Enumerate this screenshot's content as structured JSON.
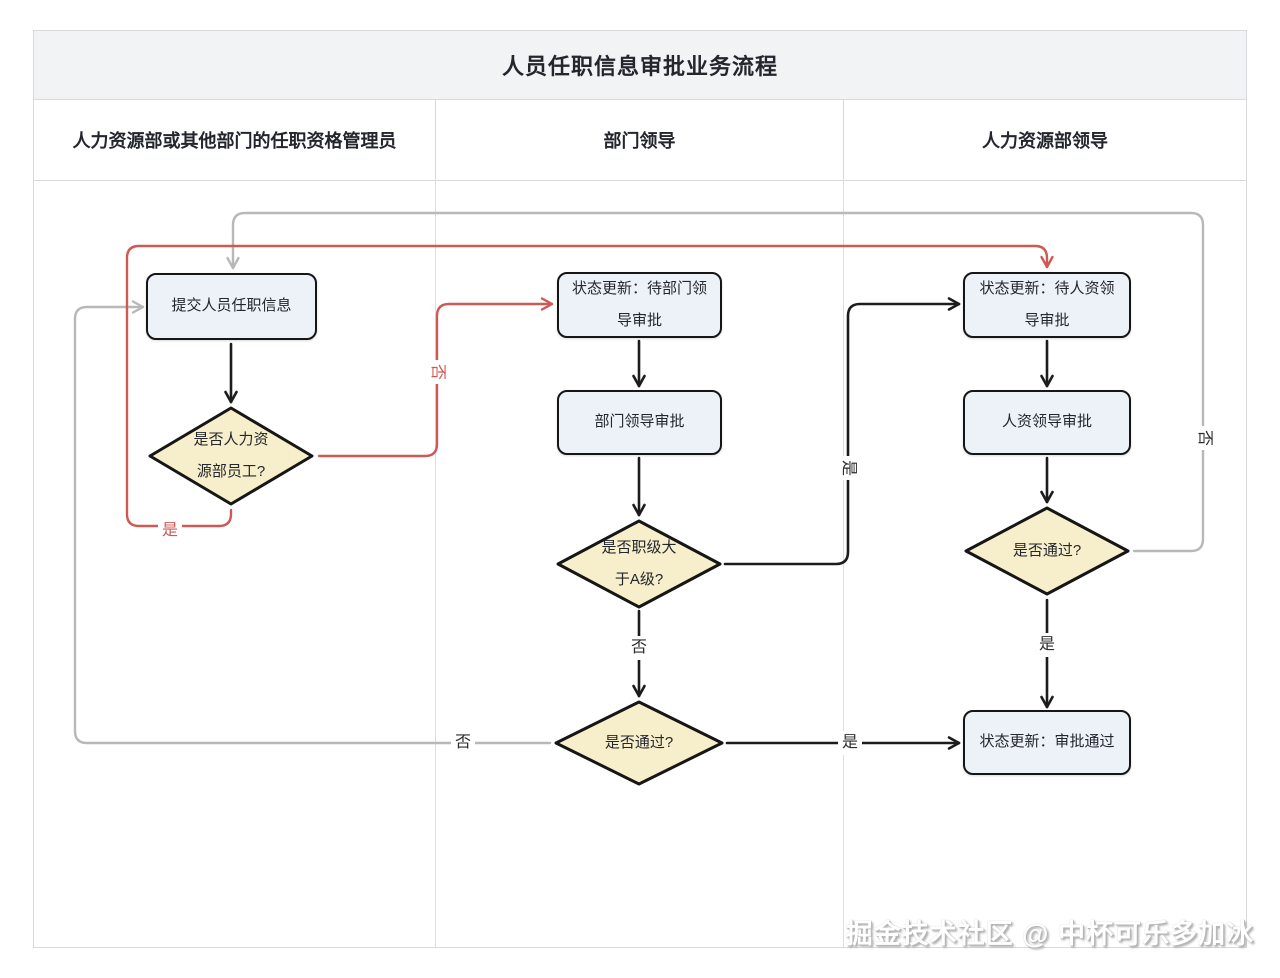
{
  "title": "人员任职信息审批业务流程",
  "lanes": [
    {
      "label": "人力资源部或其他部门的任职资格管理员"
    },
    {
      "label": "部门领导"
    },
    {
      "label": "人力资源部领导"
    }
  ],
  "nodes": {
    "submit_info": "提交人员任职信息",
    "is_hr_employee": "是否人力资源部员工?",
    "status_wait_dept": "状态更新：待部门领导审批",
    "dept_leader_approval": "部门领导审批",
    "is_level_above_a": "是否职级大于A级?",
    "dept_pass_check": "是否通过?",
    "status_wait_hr": "状态更新：待人资领导审批",
    "hr_leader_approval": "人资领导审批",
    "hr_pass_check": "是否通过?",
    "status_approved": "状态更新：审批通过"
  },
  "labels": {
    "yes": "是",
    "no": "否"
  },
  "edges": [
    {
      "from": "submit_info",
      "to": "is_hr_employee",
      "label": "",
      "color": "black"
    },
    {
      "from": "is_hr_employee",
      "to": "status_wait_dept",
      "label": "否",
      "color": "red"
    },
    {
      "from": "is_hr_employee",
      "to": "status_wait_hr",
      "label": "是",
      "color": "red"
    },
    {
      "from": "status_wait_dept",
      "to": "dept_leader_approval",
      "label": "",
      "color": "black"
    },
    {
      "from": "dept_leader_approval",
      "to": "is_level_above_a",
      "label": "",
      "color": "black"
    },
    {
      "from": "is_level_above_a",
      "to": "status_wait_hr",
      "label": "是",
      "color": "black"
    },
    {
      "from": "is_level_above_a",
      "to": "dept_pass_check",
      "label": "否",
      "color": "black"
    },
    {
      "from": "dept_pass_check",
      "to": "status_approved",
      "label": "是",
      "color": "black"
    },
    {
      "from": "dept_pass_check",
      "to": "submit_info",
      "label": "否",
      "color": "gray"
    },
    {
      "from": "status_wait_hr",
      "to": "hr_leader_approval",
      "label": "",
      "color": "black"
    },
    {
      "from": "hr_leader_approval",
      "to": "hr_pass_check",
      "label": "",
      "color": "black"
    },
    {
      "from": "hr_pass_check",
      "to": "status_approved",
      "label": "是",
      "color": "black"
    },
    {
      "from": "hr_pass_check",
      "to": "submit_info",
      "label": "否",
      "color": "gray"
    }
  ],
  "colors": {
    "edge_black": "#1c1c1c",
    "edge_red": "#cd5a55",
    "edge_gray": "#b8b8b8",
    "box_fill": "#edf1f8",
    "diamond_fill": "#f7eecb",
    "shape_border": "#161616",
    "title_band_bg": "#f2f3f5",
    "frame_border": "#d7d9dc"
  },
  "watermark": "掘金技术社区 @ 中杯可乐多加冰"
}
